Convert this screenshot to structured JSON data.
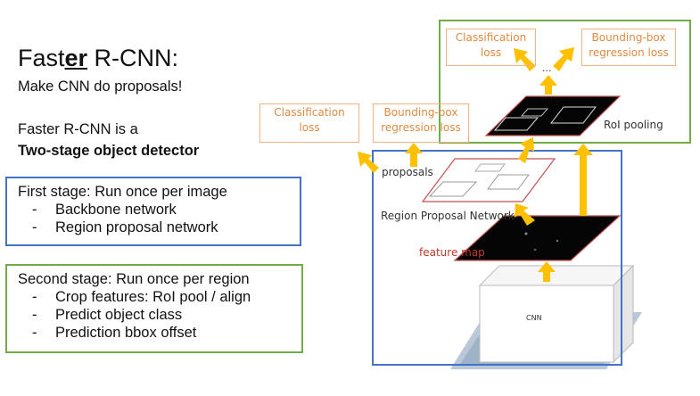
{
  "title": {
    "pre": "Fast",
    "bold": "er",
    "post": " R-CNN:"
  },
  "subtitle": "Make CNN do proposals!",
  "desc": {
    "line1": "Faster R-CNN is a",
    "line2": "Two-stage object detector"
  },
  "first_stage": {
    "title": "First stage: Run once per image",
    "items": [
      "Backbone network",
      "Region proposal network"
    ]
  },
  "second_stage": {
    "title": "Second stage: Run once per region",
    "items": [
      "Crop features: RoI pool / align",
      "Predict object class",
      "Prediction bbox offset"
    ]
  },
  "diagram": {
    "classification_loss_1": "Classification\nloss",
    "bbox_loss_1": "Bounding-box\nregression loss",
    "classification_loss_2": "Classification\nloss",
    "bbox_loss_2": "Bounding-box\nregression loss",
    "ellipsis": "...",
    "roi_pooling": "RoI pooling",
    "proposals": "proposals",
    "rpn": "Region Proposal Network",
    "feature_map": "feature map",
    "cnn": "CNN"
  },
  "colors": {
    "blue": "#4472c4",
    "green": "#70ad47",
    "orange": "#f4b183",
    "arrow": "#ffc000",
    "red": "#c0392b"
  }
}
